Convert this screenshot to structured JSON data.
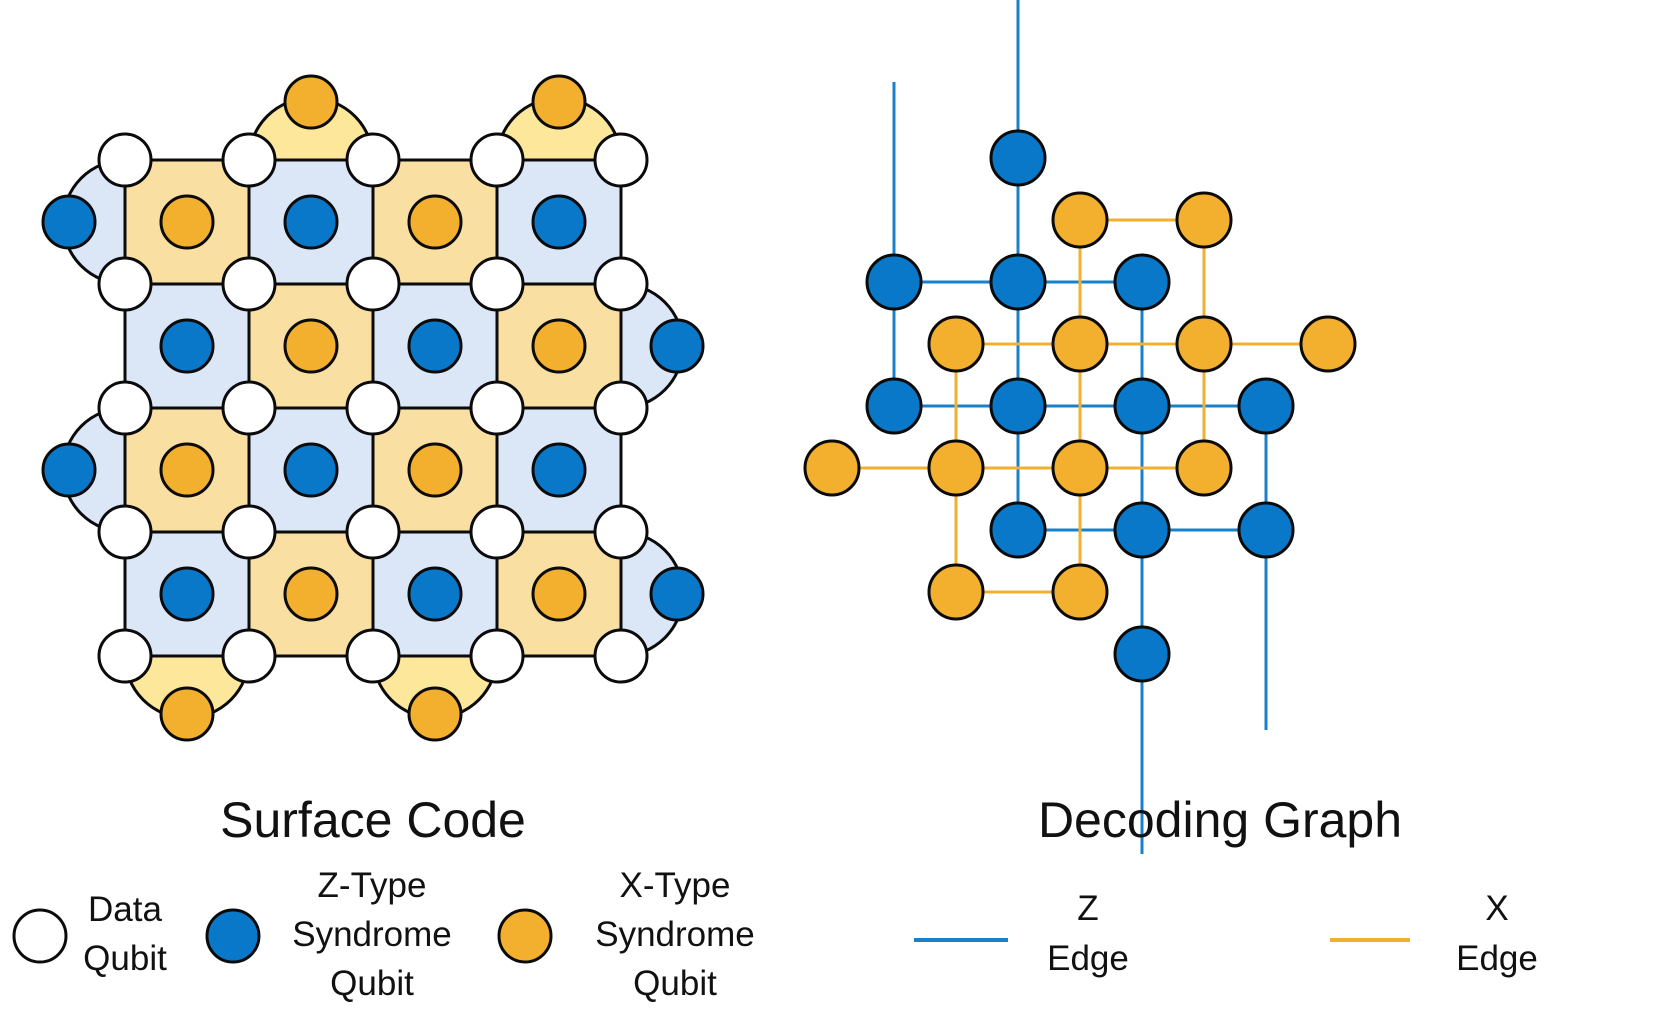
{
  "colors": {
    "z_fill": "#0978c8",
    "x_fill": "#f2b02e",
    "data_fill": "#ffffff",
    "stroke": "#0b0b0b",
    "z_plaquette": "#dbe7f7",
    "x_plaquette": "#f9dfa2",
    "x_cap": "#fde79a",
    "z_edge": "#1a80c8",
    "x_edge": "#f2b02e"
  },
  "surface_code": {
    "title": "Surface Code",
    "legend": {
      "data_qubit": [
        "Data",
        "Qubit"
      ],
      "z_syndrome": [
        "Z-Type",
        "Syndrome",
        "Qubit"
      ],
      "x_syndrome": [
        "X-Type",
        "Syndrome",
        "Qubit"
      ]
    },
    "grid_size": 5,
    "plaquette_types": [
      [
        "X",
        "Z",
        "X",
        "Z"
      ],
      [
        "Z",
        "X",
        "Z",
        "X"
      ],
      [
        "X",
        "Z",
        "X",
        "Z"
      ],
      [
        "Z",
        "X",
        "Z",
        "X"
      ]
    ],
    "boundary_z": [
      {
        "side": "left",
        "row": 0
      },
      {
        "side": "left",
        "row": 2
      },
      {
        "side": "right",
        "row": 1
      },
      {
        "side": "right",
        "row": 3
      }
    ],
    "boundary_x": [
      {
        "side": "top",
        "col": 1
      },
      {
        "side": "top",
        "col": 3
      },
      {
        "side": "bottom",
        "col": 0
      },
      {
        "side": "bottom",
        "col": 2
      }
    ]
  },
  "decoding_graph": {
    "title": "Decoding Graph",
    "legend": {
      "z_edge": [
        "Z",
        "Edge"
      ],
      "x_edge": [
        "X",
        "Edge"
      ]
    }
  }
}
